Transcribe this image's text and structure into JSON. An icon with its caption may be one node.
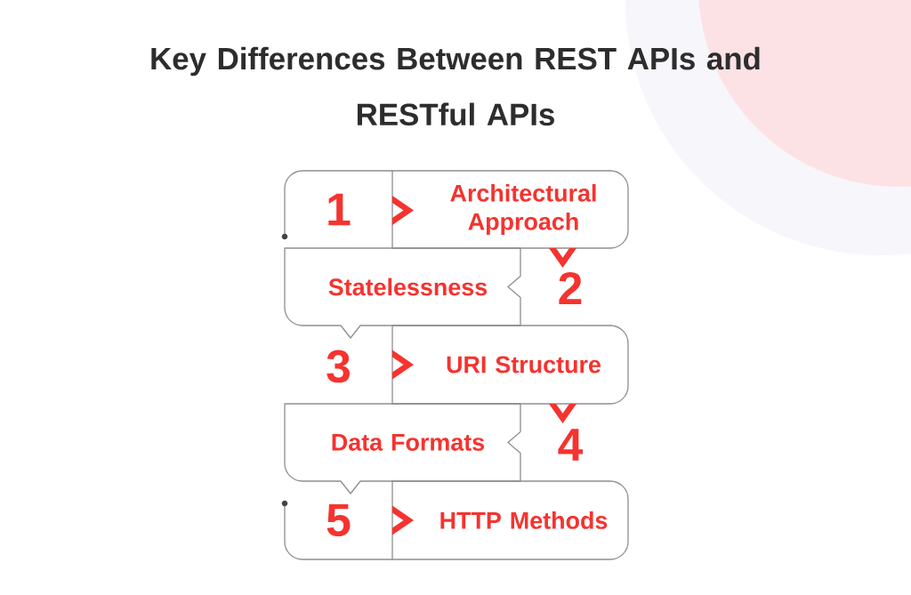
{
  "diagram": {
    "title": "Key Differences Between REST APIs and RESTful APIs",
    "nodes": [
      {
        "text": [
          "1",
          "Architectural Approach"
        ]
      },
      {
        "text": [
          "Statelessness",
          "2"
        ]
      },
      {
        "text": [
          "3",
          "URI Structure"
        ]
      },
      {
        "text": [
          "Data Formats",
          "4"
        ]
      },
      {
        "text": [
          "5",
          "HTTP Methods"
        ]
      }
    ]
  }
}
